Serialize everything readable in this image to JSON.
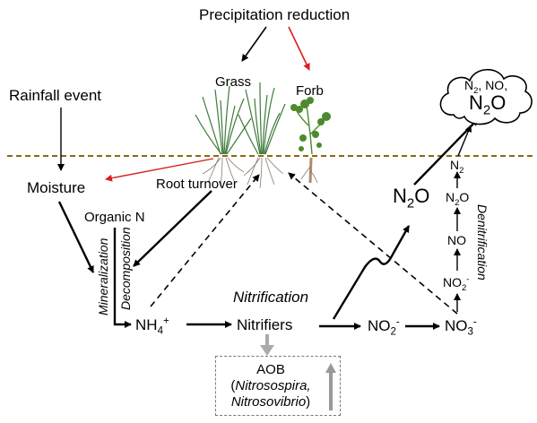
{
  "labels": {
    "precip_reduction": "Precipitation reduction",
    "grass": "Grass",
    "forb": "Forb",
    "rainfall_event": "Rainfall event",
    "moisture": "Moisture",
    "root_turnover": "Root turnover",
    "organic_n": "Organic N",
    "mineralization": "Mineralization",
    "decomposition": "Decomposition",
    "nitrification": "Nitrification",
    "nitrifiers": "Nitrifiers",
    "denitrification": "Denitrification",
    "aob": "AOB",
    "aob_genus_1": "Nitrosospira,",
    "aob_genus_2": "Nitrosovibrio",
    "cloud_line1": "N2, NO,"
  },
  "chemicals": {
    "nh4": {
      "base": "NH",
      "sub": "4",
      "sup": "+"
    },
    "no2": {
      "base": "NO",
      "sub": "2",
      "sup": "-"
    },
    "no3": {
      "base": "NO",
      "sub": "3",
      "sup": "-"
    },
    "n2o": {
      "base": "N",
      "sub": "2",
      "tail": "O"
    },
    "den_no2": {
      "base": "NO",
      "sub": "2",
      "sup": "-"
    },
    "den_no": {
      "base": "NO"
    },
    "den_n2o": {
      "base": "N",
      "sub": "2",
      "tail": "O"
    },
    "den_n2": {
      "base": "N",
      "sub": "2"
    },
    "cloud_n2o": {
      "base": "N",
      "sub": "2",
      "tail": "O"
    }
  },
  "colors": {
    "arrow": "#000000",
    "red_arrow": "#d62020",
    "soil_line": "#8a6a12",
    "gray_arrow": "#aaaaaa",
    "grass_green": "#3f7a3a",
    "forb_green": "#4d8a2e"
  },
  "icons": [
    "grass-illustration",
    "forb-illustration",
    "cloud-icon"
  ]
}
